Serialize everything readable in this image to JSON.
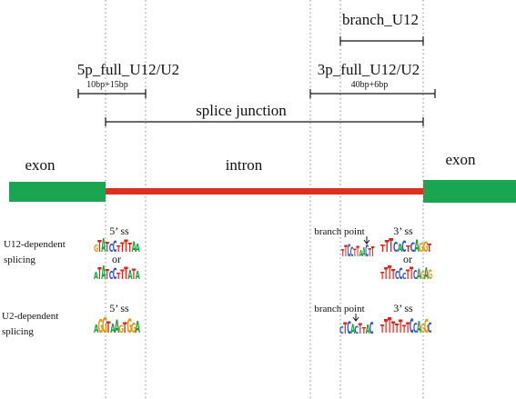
{
  "regions": {
    "branch_label": "branch_U12",
    "five_prime_label": "5p_full_U12/U2",
    "five_prime_size": "10bp+15bp",
    "three_prime_label": "3p_full_U12/U2",
    "three_prime_size": "40bp+6bp",
    "junction_label": "splice junction"
  },
  "gene": {
    "exon_left": "exon",
    "intron": "intron",
    "exon_right": "exon",
    "exon_color": "#1aa650",
    "intron_color": "#d9301f"
  },
  "rows": {
    "u12": {
      "label_line1": "U12-dependent",
      "label_line2": "splicing",
      "ss5": "5’ ss",
      "branch_point": "branch point",
      "ss3": "3’ ss",
      "or_left": "or",
      "or_right": "or"
    },
    "u2": {
      "label_line1": "U2-dependent",
      "label_line2": "splicing",
      "ss5": "5’ ss",
      "branch_point": "branch point",
      "ss3": "3’ ss"
    }
  },
  "logo_colors": {
    "A": "#1e9b3c",
    "C": "#2a54c8",
    "G": "#e39a17",
    "T": "#d4261c"
  }
}
